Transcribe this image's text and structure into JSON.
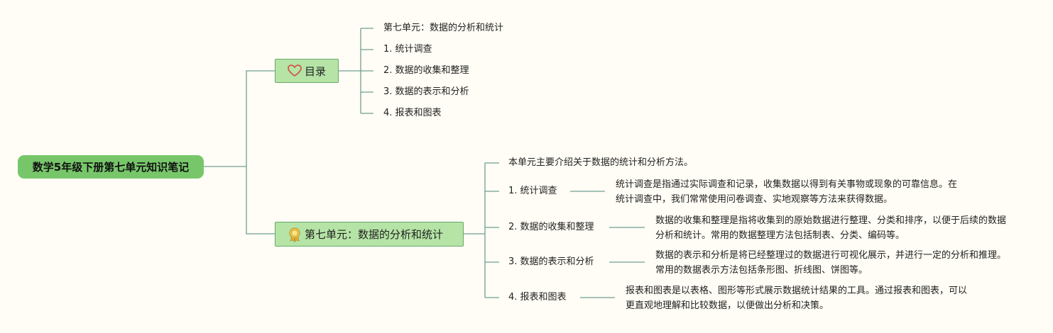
{
  "root": {
    "title": "数学5年级下册第七单元知识笔记"
  },
  "toc": {
    "label": "目录",
    "icon": "heart-icon",
    "items": [
      "第七单元：数据的分析和统计",
      "1. 统计调查",
      "2. 数据的收集和整理",
      "3. 数据的表示和分析",
      "4. 报表和图表"
    ]
  },
  "unit": {
    "label": "第七单元：数据的分析和统计",
    "icon": "award-medal-icon",
    "intro": "本单元主要介绍关于数据的统计和分析方法。",
    "topics": [
      {
        "title": "1. 统计调查",
        "desc": "统计调查是指通过实际调查和记录，收集数据以得到有关事物或现象的可靠信息。在统计调查中，我们常常使用问卷调查、实地观察等方法来获得数据。"
      },
      {
        "title": "2. 数据的收集和整理",
        "desc": "数据的收集和整理是指将收集到的原始数据进行整理、分类和排序，以便于后续的数据分析和统计。常用的数据整理方法包括制表、分类、编码等。"
      },
      {
        "title": "3. 数据的表示和分析",
        "desc": "数据的表示和分析是将已经整理过的数据进行可视化展示，并进行一定的分析和推理。常用的数据表示方法包括条形图、折线图、饼图等。"
      },
      {
        "title": "4. 报表和图表",
        "desc": "报表和图表是以表格、图形等形式展示数据统计结果的工具。通过报表和图表，可以更直观地理解和比较数据，以便做出分析和决策。"
      }
    ]
  },
  "colors": {
    "line": "#6f9e95",
    "root_fill": "#77c76a",
    "main_fill": "#b5e4a6",
    "background": "#fffdf5"
  }
}
